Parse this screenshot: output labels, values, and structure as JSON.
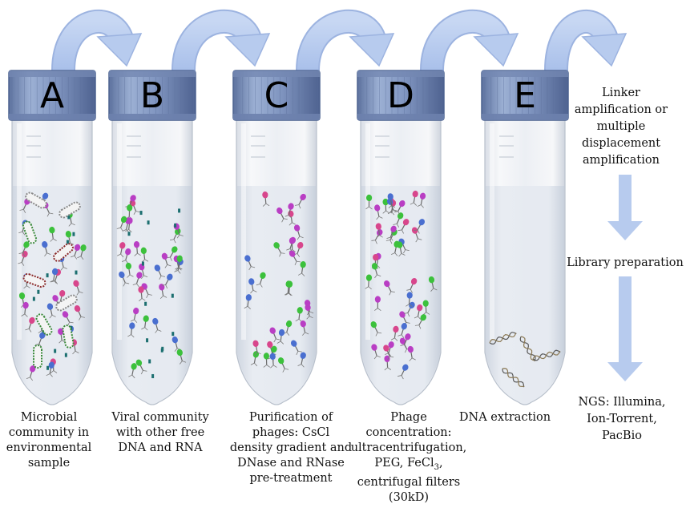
{
  "tubes": [
    {
      "letter": "A",
      "caption": [
        "Microbial",
        "community in",
        "environmental",
        "sample"
      ]
    },
    {
      "letter": "B",
      "caption": [
        "Viral community",
        "with other free",
        "DNA and RNA"
      ]
    },
    {
      "letter": "C",
      "caption": [
        "Purification of",
        "phages: CsCl",
        "density gradient and",
        "DNase and RNase",
        "pre-treatment"
      ]
    },
    {
      "letter": "D",
      "caption": [
        "Phage",
        "concentration:",
        "ultracentrifugation,",
        "PEG, FeCl",
        "centrifugal filters",
        "(30kD)"
      ],
      "caption_subscript": {
        "line": 3,
        "text": "3",
        "after": ","
      }
    },
    {
      "letter": "E",
      "caption": [
        "DNA extraction"
      ]
    }
  ],
  "workflow": {
    "step1": [
      "Linker",
      "amplification or",
      "multiple",
      "displacement",
      "amplification"
    ],
    "step2": "Library preparation",
    "step3": [
      "NGS: Illumina,",
      "Ion-Torrent,",
      "PacBio"
    ]
  },
  "colors": {
    "cap_blue": "#8fa3c7",
    "cap_dark": "#4d6390",
    "arrow": "#b7cbee",
    "arrow_edge": "#9cb3e0",
    "tube_fill": "#eef1f5",
    "liquid": "#dfe5ee",
    "phage_green": "#3cc13c",
    "phage_pink": "#d8468c",
    "phage_blue": "#4a6fd0",
    "phage_magenta": "#b93ec4",
    "bacteria_gray": "#8a8a8a",
    "bacteria_maroon": "#8b2a2a",
    "bacteria_green": "#3a8a3a",
    "dna_teal": "#1c6f70"
  }
}
